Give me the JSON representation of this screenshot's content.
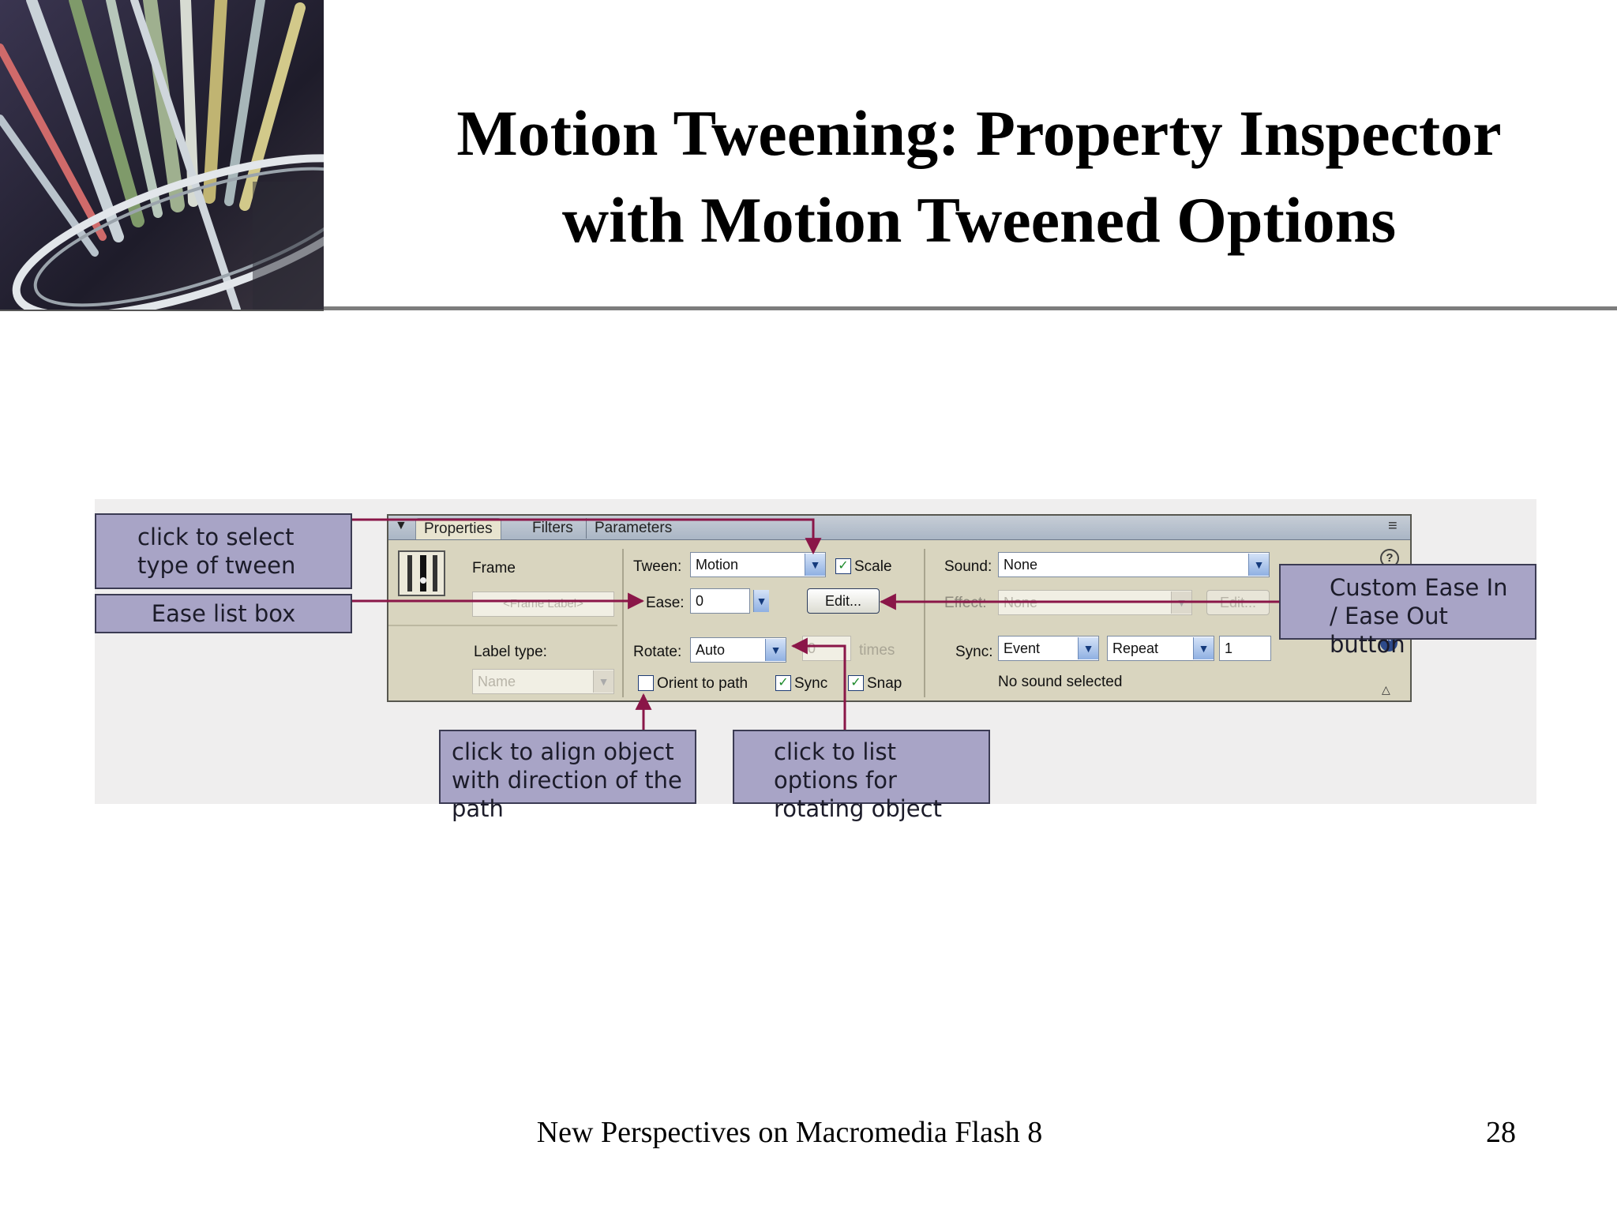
{
  "slide": {
    "title_line1": "Motion Tweening: Property Inspector",
    "title_line2": "with Motion Tweened Options",
    "footer": "New Perspectives on Macromedia Flash 8",
    "page_number": "28"
  },
  "inspector": {
    "tabs": [
      "Properties",
      "Filters",
      "Parameters"
    ],
    "frame_label": "Frame",
    "frame_label_placeholder": "<Frame Label>",
    "label_type_label": "Label type:",
    "label_type_value": "Name",
    "tween_label": "Tween:",
    "tween_value": "Motion",
    "scale_label": "Scale",
    "ease_label": "Ease:",
    "ease_value": "0",
    "edit_button": "Edit...",
    "rotate_label": "Rotate:",
    "rotate_value": "Auto",
    "rotate_times_value": "0",
    "times_label": "times",
    "orient_to_path_label": "Orient to path",
    "sync_check_label": "Sync",
    "snap_label": "Snap",
    "sound_label": "Sound:",
    "sound_value": "None",
    "effect_label": "Effect:",
    "effect_value": "None",
    "effect_edit_button": "Edit...",
    "sync_label": "Sync:",
    "sync_value": "Event",
    "repeat_value": "Repeat",
    "repeat_count": "1",
    "sound_status": "No sound selected",
    "help_icon": "?"
  },
  "callouts": {
    "select_tween": "click to select type of tween",
    "ease_list": "Ease list box",
    "custom_ease": "Custom Ease In / Ease Out button",
    "align_path": "click to align object with direction of the path",
    "rotate_options": "click to list options for rotating object"
  },
  "colors": {
    "callout_fill": "#a8a4c6",
    "arrow": "#8a1648",
    "inspector_bg": "#d9d5bf"
  }
}
